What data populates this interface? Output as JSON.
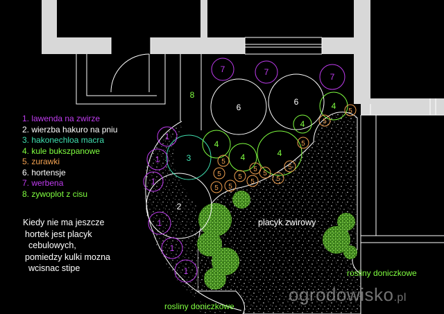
{
  "legend": [
    {
      "text": "1. lawenda na zwirze",
      "color": "#c03cf0"
    },
    {
      "text": "2. wierzba hakuro na pniu",
      "color": "#ffffff"
    },
    {
      "text": "3. hakonechloa macra",
      "color": "#40e0b0"
    },
    {
      "text": "4. kule bukszpanowe",
      "color": "#80ff40"
    },
    {
      "text": "5. zurawki",
      "color": "#f0a050"
    },
    {
      "text": "6. hortensje",
      "color": "#ffffff"
    },
    {
      "text": "7. werbena",
      "color": "#c03cf0"
    },
    {
      "text": "8. zywoplot z cisu",
      "color": "#80ff40"
    }
  ],
  "note": [
    "Kiedy nie ma jeszcze",
    "hortek jest placyk",
    "cebulowych,",
    "pomiedzy kulki mozna",
    "wcisnac stipe"
  ],
  "gravel_label": "placyk zwirowy",
  "pots_label_right": "rosliny doniczkowe",
  "pots_label_bottom": "rosliny doniczkowe",
  "watermark": {
    "main": "ogrodowisko",
    "suffix": ".pl"
  },
  "plant_numbers": {
    "lavender": "1",
    "willow": "2",
    "grass": "3",
    "boxwood": "4",
    "heuchera": "5",
    "hydrangea": "6",
    "verbena": "7",
    "yew": "8"
  },
  "colors": {
    "background": "#000000",
    "wall": "#d8d8d8",
    "lavender": "#c03cf0",
    "willow": "#ffffff",
    "grass": "#40e0b0",
    "boxwood": "#80ff40",
    "heuchera": "#f0a050",
    "hydrangea": "#ffffff",
    "pots_label": "#80ff40",
    "pots_fill": "#60c030"
  }
}
